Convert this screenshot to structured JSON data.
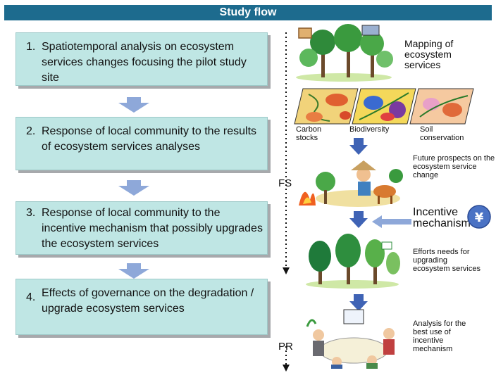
{
  "header": {
    "title": "Study flow"
  },
  "steps": [
    {
      "number": "1.",
      "text": "Spatiotemporal analysis on ecosystem services changes focusing the pilot study site"
    },
    {
      "number": "2.",
      "text": "Response of local community to the results of ecosystem services analyses"
    },
    {
      "number": "3.",
      "text": "Response of local community to the incentive mechanism that possibly upgrades the ecosystem services"
    },
    {
      "number": "4.",
      "text": "Effects of governance on the degradation / upgrade ecosystem services"
    }
  ],
  "phases": {
    "fs": "FS",
    "pr": "PR"
  },
  "right_panel": {
    "mapping": "Mapping of ecosystem services",
    "maps": {
      "carbon": "Carbon stocks",
      "biodiversity": "Biodiversity",
      "soil": "Soil conservation"
    },
    "future": "Future prospects on the ecosystem service change",
    "incentive": "Incentive mechanism",
    "efforts": "Efforts needs for upgrading ecosystem services",
    "analysis": "Analysis for the best use of incentive mechanism"
  },
  "colors": {
    "header": "#1d6b8e",
    "step_fill": "#bfe6e4",
    "arrow_light": "#8ea8d9",
    "arrow_dark": "#3f63b5"
  }
}
